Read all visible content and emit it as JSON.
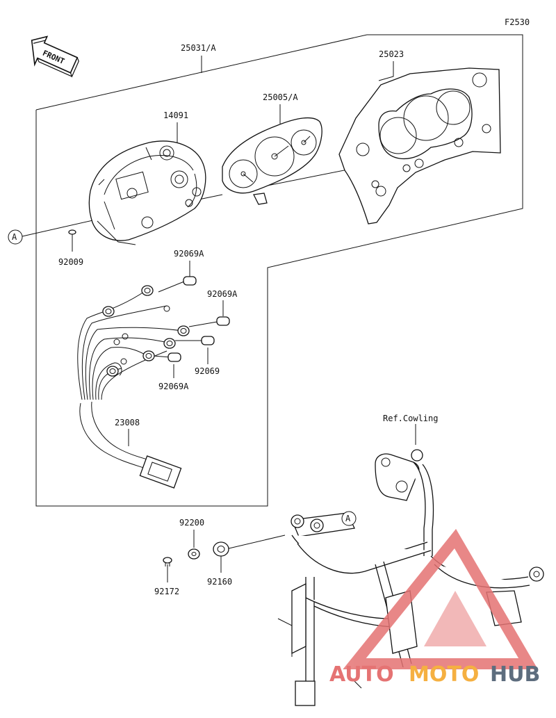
{
  "figure_code": "F2530",
  "front_label": "FRONT",
  "ref_marker": "A",
  "part_labels": {
    "p25031A": "25031/A",
    "p25023": "25023",
    "p25005A": "25005/A",
    "p14091": "14091",
    "p92009": "92009",
    "p92069A_1": "92069A",
    "p92069A_2": "92069A",
    "p92069": "92069",
    "p92069A_3": "92069A",
    "p23008": "23008",
    "ref_cowling": "Ref.Cowling",
    "p92200": "92200",
    "p92172": "92172",
    "p92160": "92160"
  },
  "watermark": {
    "part1": "AUTO",
    "part2": "MOTO",
    "part3": "HUB",
    "color_red": "#e57373",
    "color_orange": "#f5b041",
    "color_gray": "#5d6d7e"
  }
}
